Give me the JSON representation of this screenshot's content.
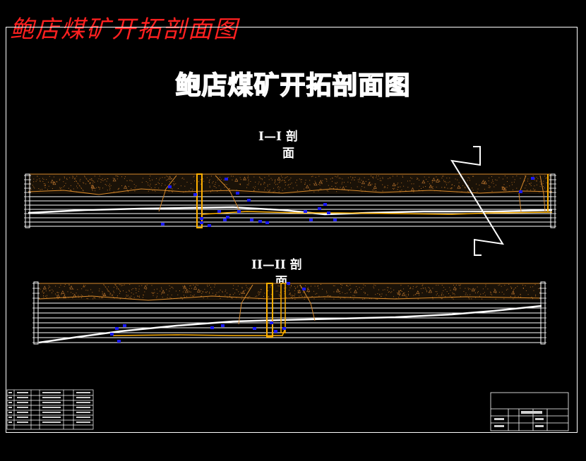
{
  "header": {
    "title": "鲍店煤矿开拓剖面图"
  },
  "drawing": {
    "title": "鲍店煤矿开拓剖面图"
  },
  "sections": [
    {
      "id": "I-I",
      "label_line1": "I—I 剖",
      "label_line2": "面"
    },
    {
      "id": "II-II",
      "label_line1": "II—II 剖",
      "label_line2": "面"
    }
  ],
  "colors": {
    "background": "#000000",
    "header_red": "#ff2020",
    "strata_orange": "#d98a2b",
    "shaft_yellow": "#ffb000",
    "point_blue": "#1a1aff",
    "line_white": "#ffffff"
  }
}
